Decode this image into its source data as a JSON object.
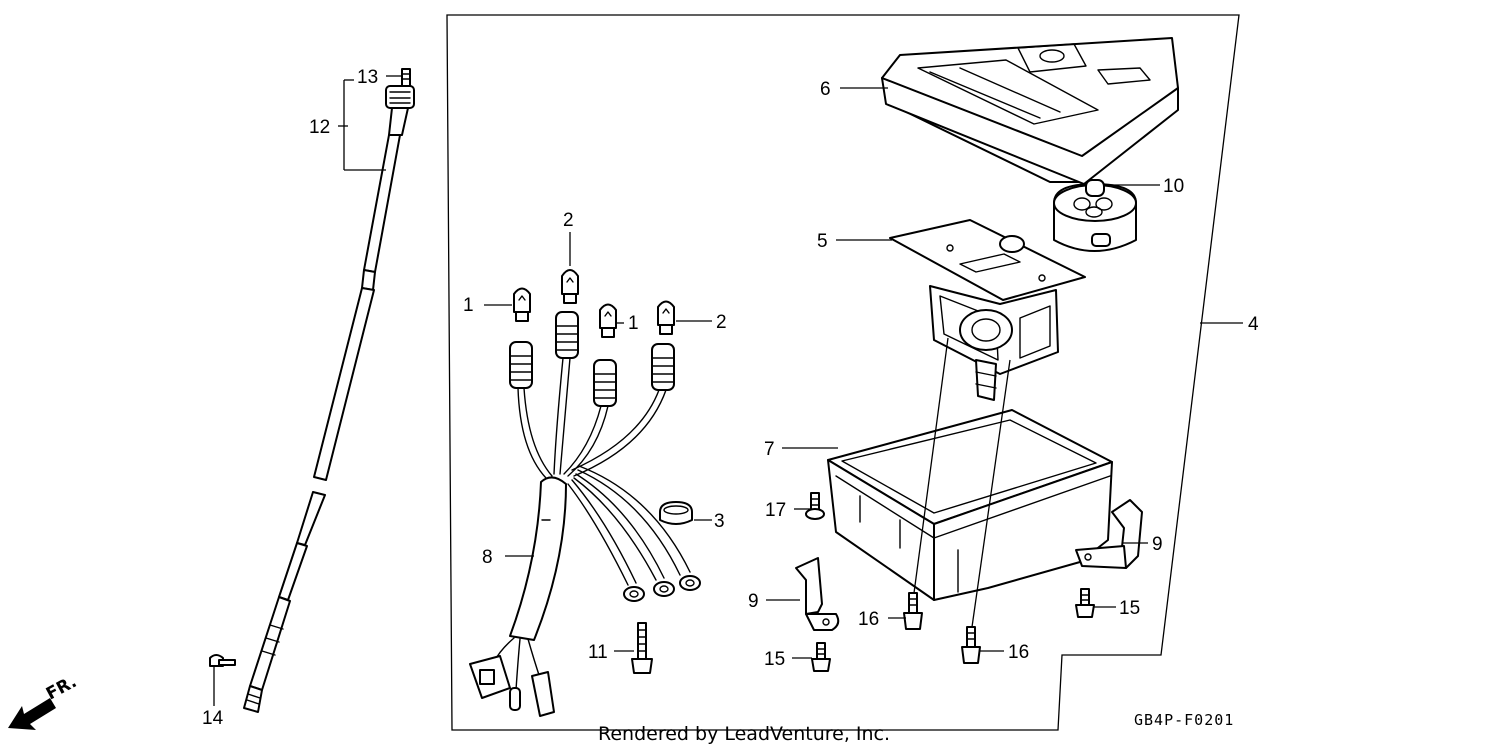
{
  "diagram_code": "GB4P-F0201",
  "credit": "Rendered by LeadVenture, Inc.",
  "front_marker": "FR.",
  "callouts": {
    "c1a": "1",
    "c1b": "1",
    "c2a": "2",
    "c2b": "2",
    "c3": "3",
    "c4": "4",
    "c5": "5",
    "c6": "6",
    "c7": "7",
    "c8": "8",
    "c9a": "9",
    "c9b": "9",
    "c10": "10",
    "c11": "11",
    "c12": "12",
    "c13": "13",
    "c14": "14",
    "c15a": "15",
    "c15b": "15",
    "c16a": "16",
    "c16b": "16",
    "c17": "17"
  }
}
